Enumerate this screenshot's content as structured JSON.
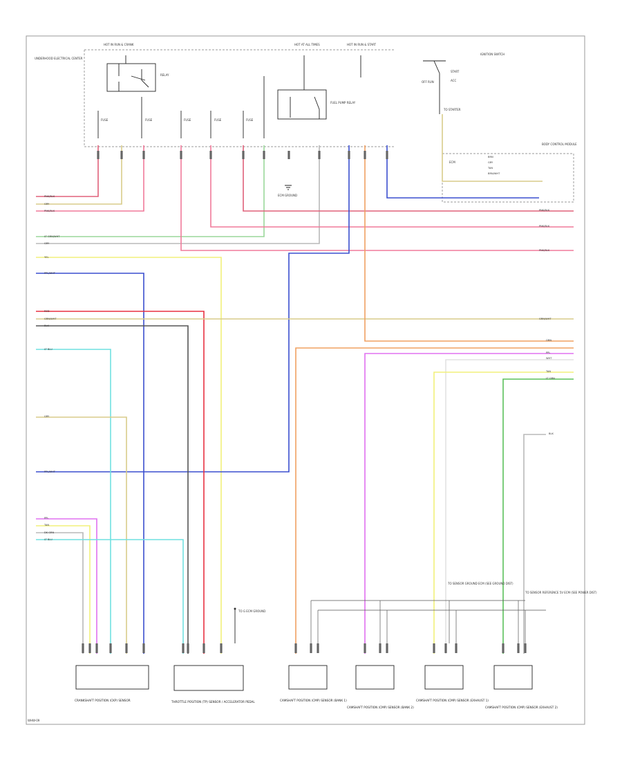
{
  "figure_id": "WHW-09",
  "colors": {
    "pink": "#e0607a",
    "tan": "#d8cc8a",
    "red_pink": "#f07a9a",
    "light_green": "#9ad79a",
    "gray": "#b8b8b8",
    "yellow": "#f2f07a",
    "blue": "#3a4ecf",
    "red": "#e83040",
    "light_blue": "#6fe0e0",
    "violet": "#e070f0",
    "orange": "#f0a060",
    "white": "#e2e2e2",
    "green": "#5ac05a"
  },
  "top_labels": {
    "hot_left": "HOT IN RUN & CRANK",
    "hot_mid": "HOT AT ALL TIMES",
    "hot_right": "HOT IN RUN & START",
    "ignition_switch": "IGNITION SWITCH",
    "underhood": "UNDERHOOD ELECTRICAL CENTER",
    "relay": "RELAY",
    "fuse_a": "FUSE",
    "fuse_b": "FUSE",
    "fuse_c": "FUSE",
    "fuse_d": "FUSE",
    "fuse_e": "FUSE",
    "fuel_pump_relay": "FUEL PUMP RELAY",
    "off_run": "OFF RUN",
    "start": "START",
    "accessory": "ACC",
    "to_starter": "TO STARTER",
    "ground": "G"
  },
  "left_wires": [
    {
      "label": "PNK/BLK"
    },
    {
      "label": "GRY"
    },
    {
      "label": "PNK/BLK"
    },
    {
      "label": "LT GRN/WHT"
    },
    {
      "label": "GRY"
    },
    {
      "label": "YEL"
    },
    {
      "label": "PPL/WHT"
    },
    {
      "label": "RED"
    },
    {
      "label": "GRN/WHT"
    },
    {
      "label": "BLK"
    },
    {
      "label": "LT BLU"
    },
    {
      "label": "GRY"
    },
    {
      "label": "PPL/WHT"
    },
    {
      "label": "PPL"
    },
    {
      "label": "TAN"
    },
    {
      "label": "DK GRN"
    },
    {
      "label": "LT BLU"
    }
  ],
  "right_wires": [
    {
      "label": "PNK/BLK"
    },
    {
      "label": "PNK/BLK"
    },
    {
      "label": "PNK/BLK"
    },
    {
      "label": "GRN/WHT"
    },
    {
      "label": "ORN"
    },
    {
      "label": "PPL"
    },
    {
      "label": "WHT"
    },
    {
      "label": "TAN"
    },
    {
      "label": "LT GRN"
    },
    {
      "label": "BLK"
    }
  ],
  "ecm": {
    "title": "BODY CONTROL MODULE",
    "pins": [
      "BRN",
      "GRY",
      "TAN",
      "BRN/WHT"
    ],
    "label": "ECM"
  },
  "ground_label": "ECM GROUND",
  "bottom_components": [
    {
      "label": "CRANKSHAFT POSITION (CKP) SENSOR"
    },
    {
      "label": "THROTTLE POSITION (TP) SENSOR / ACCELERATOR PEDAL"
    },
    {
      "label": "CAMSHAFT POSITION (CMP) SENSOR (BANK 1)"
    },
    {
      "label": "CAMSHAFT POSITION (CMP) SENSOR (BANK 2)"
    },
    {
      "label": "CAMSHAFT POSITION (CMP) SENSOR (EXHAUST 1)"
    },
    {
      "label": "CAMSHAFT POSITION (CMP) SENSOR (EXHAUST 2)"
    }
  ],
  "sensor_notes": {
    "left": "TO SENSOR GROUND ECM (SEE GROUND DIST)",
    "right": "TO SENSOR REFERENCE 5V ECM (SEE POWER DIST)"
  },
  "tp_ground": "TO G ECM GROUND"
}
